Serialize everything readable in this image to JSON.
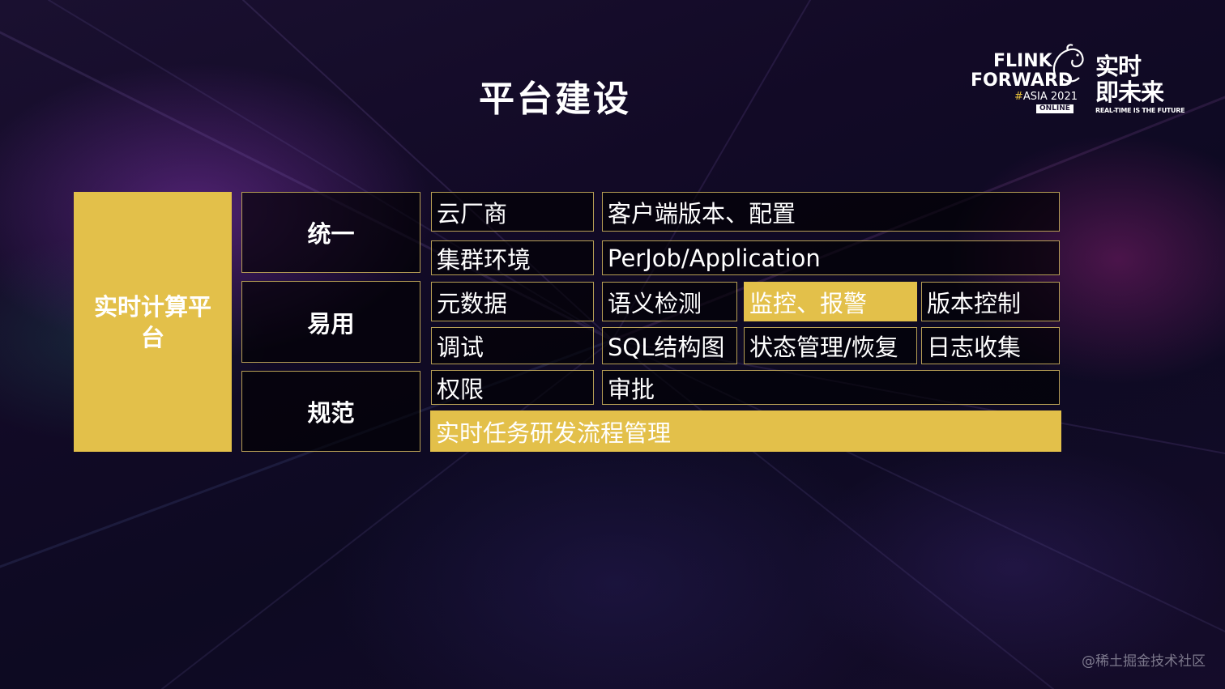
{
  "slide": {
    "title": "平台建设"
  },
  "logo": {
    "line1": "FLINK",
    "line2": "FORWARD",
    "hash": "#",
    "asia": "ASIA 2021",
    "online": "ONLINE",
    "cn_line1": "实时",
    "cn_line2": "即未来",
    "en": "REAL-TIME IS THE FUTURE"
  },
  "diagram": {
    "platform": "实时计算平台",
    "categories": [
      "统一",
      "易用",
      "规范"
    ],
    "rows": [
      [
        "云厂商",
        "客户端版本、配置"
      ],
      [
        "集群环境",
        "PerJob/Application"
      ],
      [
        "元数据",
        "语义检测",
        "监控、报警",
        "版本控制"
      ],
      [
        "调试",
        "SQL结构图",
        "状态管理/恢复",
        "日志收集"
      ],
      [
        "权限",
        "审批"
      ],
      [
        "实时任务研发流程管理"
      ]
    ]
  },
  "watermark": "@稀土掘金技术社区",
  "colors": {
    "accent": "#e3c04a",
    "border": "#b79f55",
    "background": "#130b27"
  }
}
